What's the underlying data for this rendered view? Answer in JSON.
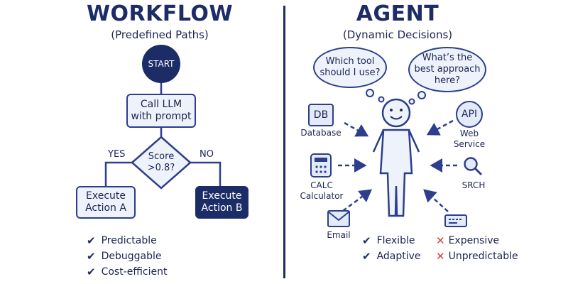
{
  "workflow": {
    "title": "WORKFLOW",
    "subtitle": "(Predefined Paths)",
    "start": "START",
    "call_llm": [
      "Call LLM",
      "with prompt"
    ],
    "decision": [
      "Score",
      ">0.8?"
    ],
    "yes": "YES",
    "no": "NO",
    "action_a": [
      "Execute",
      "Action A"
    ],
    "action_b": [
      "Execute",
      "Action B"
    ],
    "benefits": [
      "Predictable",
      "Debuggable",
      "Cost-efficient"
    ]
  },
  "agent": {
    "title": "AGENT",
    "subtitle": "(Dynamic Decisions)",
    "thought_1": [
      "Which tool",
      "should I use?"
    ],
    "thought_2": [
      "What’s the",
      "best approach",
      "here?"
    ],
    "tools": {
      "db": {
        "icon": "DB",
        "label": "Database"
      },
      "api": {
        "icon": "API",
        "label": [
          "Web",
          "Service"
        ]
      },
      "calc": {
        "label": [
          "CALC",
          "Calculator"
        ]
      },
      "search": {
        "label": "SRCH"
      },
      "email": {
        "label": "Email"
      }
    },
    "pros": [
      "Flexible",
      "Adaptive"
    ],
    "cons": [
      "Expensive",
      "Unpredictable"
    ]
  },
  "colors": {
    "navy": "#1c2c66",
    "accent": "#2c3e8c",
    "fill": "#eef2fb",
    "red": "#e03a3a"
  }
}
